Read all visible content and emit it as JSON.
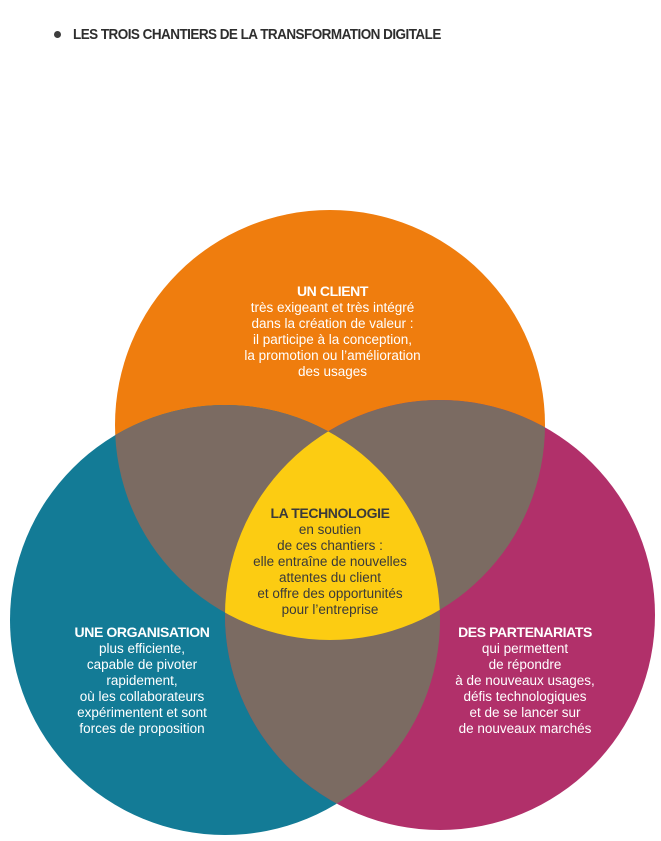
{
  "header": {
    "title": "LES TROIS CHANTIERS DE LA TRANSFORMATION DIGITALE"
  },
  "colors": {
    "client": "#ef7d0e",
    "organisation": "#137b96",
    "partenariats": "#b1306a",
    "overlap": "#7b6b62",
    "technologie": "#fccc12"
  },
  "circles": {
    "client": {
      "heading": "UN CLIENT",
      "lines": [
        "très exigeant et très intégré",
        "dans la création de valeur :",
        "il participe à la conception,",
        "la promotion ou l’amélioration",
        "des usages"
      ]
    },
    "technologie": {
      "heading": "LA TECHNOLOGIE",
      "lines": [
        "en soutien",
        "de ces chantiers :",
        "elle entraîne de nouvelles",
        "attentes du client",
        "et offre des opportunités",
        "pour l’entreprise"
      ]
    },
    "organisation": {
      "heading": "UNE ORGANISATION",
      "lines": [
        "plus efficiente,",
        "capable de pivoter",
        "rapidement,",
        "où les collaborateurs",
        "expérimentent et sont",
        "forces de proposition"
      ]
    },
    "partenariats": {
      "heading": "DES PARTENARIATS",
      "lines": [
        "qui permettent",
        "de répondre",
        "à de nouveaux usages,",
        "défis technologiques",
        "et de se lancer sur",
        "de nouveaux marchés"
      ]
    }
  }
}
